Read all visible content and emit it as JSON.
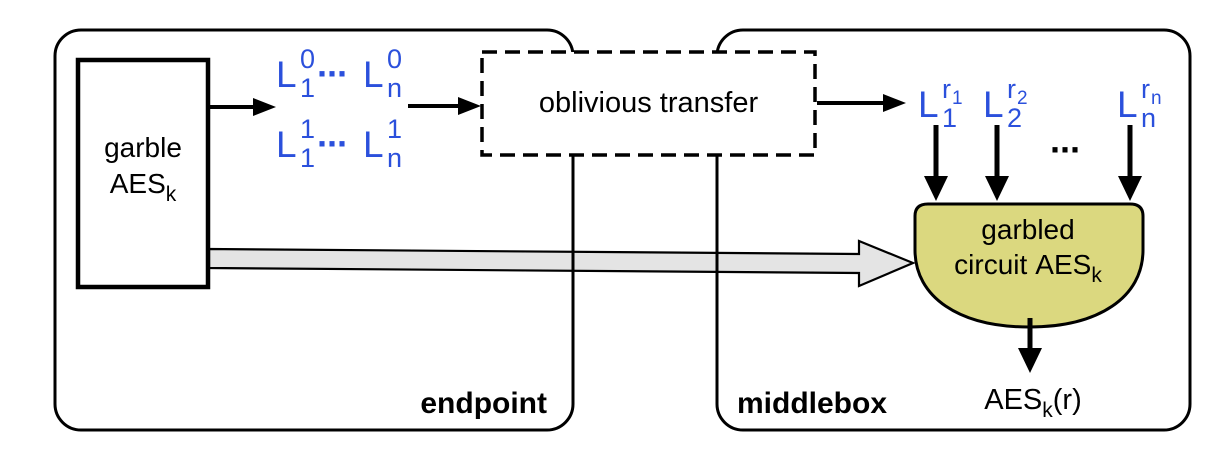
{
  "colors": {
    "label_blue": "#2b50dc",
    "circuit_fill": "#dbd87f",
    "arrow_gray": "#e4e4e4"
  },
  "endpoint": {
    "region_label": "endpoint",
    "garble_box": {
      "line1": "garble",
      "aes": "AES",
      "aes_sub": "k"
    },
    "wire_labels": {
      "row0": {
        "first_base": "L",
        "first_sup": "0",
        "first_sub": "1",
        "dots": "···",
        "last_base": "L",
        "last_sup": "0",
        "last_sub": "n"
      },
      "row1": {
        "first_base": "L",
        "first_sup": "1",
        "first_sub": "1",
        "dots": "···",
        "last_base": "L",
        "last_sup": "1",
        "last_sub": "n"
      }
    }
  },
  "oblivious_transfer": {
    "label": "oblivious transfer"
  },
  "middlebox": {
    "region_label": "middlebox",
    "selected_labels": {
      "l1": {
        "base": "L",
        "sup_base": "r",
        "sup_sub": "1",
        "sub": "1"
      },
      "l2": {
        "base": "L",
        "sup_base": "r",
        "sup_sub": "2",
        "sub": "2"
      },
      "dots": "···",
      "ln": {
        "base": "L",
        "sup_base": "r",
        "sup_sub": "n",
        "sub": "n"
      }
    },
    "garbled_circuit": {
      "line1": "garbled",
      "line2_pre": "circuit",
      "line2_aes": "AES",
      "line2_sub": "k"
    },
    "output": {
      "base": "AES",
      "sub": "k",
      "arg": "(r)"
    }
  }
}
